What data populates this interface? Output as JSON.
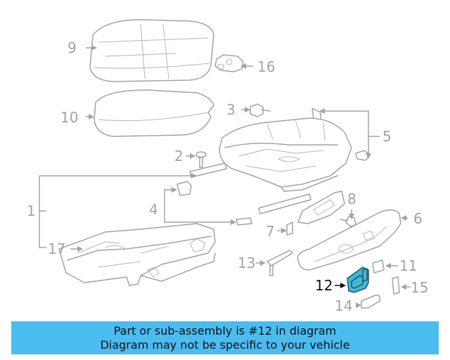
{
  "callouts": {
    "c1": "1",
    "c2": "2",
    "c3": "3",
    "c4": "4",
    "c5": "5",
    "c6": "6",
    "c7": "7",
    "c8": "8",
    "c9": "9",
    "c10": "10",
    "c11": "11",
    "c12": "12",
    "c13": "13",
    "c14": "14",
    "c15": "15",
    "c16": "16",
    "c17": "17"
  },
  "highlight": {
    "part": "12",
    "color": "#3fb8d8"
  },
  "banner": {
    "line1": "Part or sub-assembly is #12 in diagram",
    "line2": "Diagram may not be specific to your vehicle",
    "background": "#4bbcf0"
  }
}
